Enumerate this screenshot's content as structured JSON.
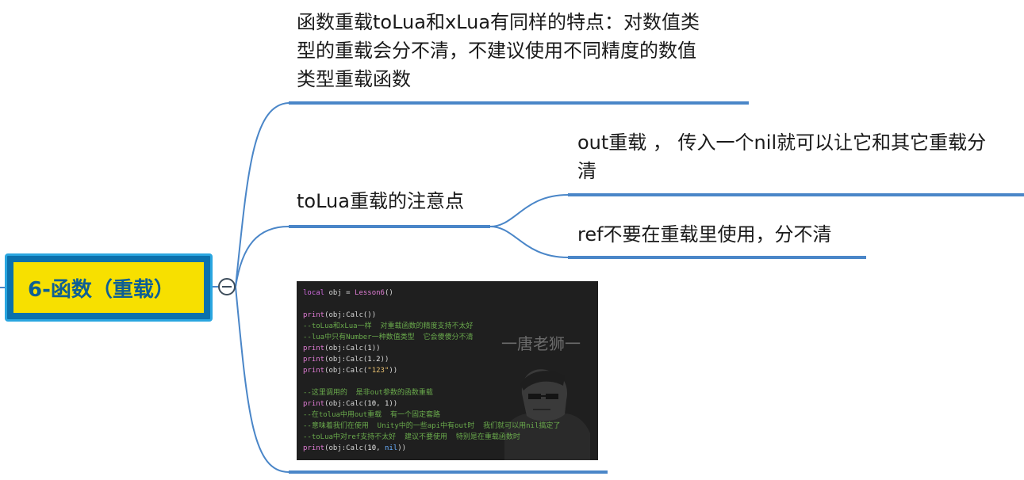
{
  "root": {
    "label": "6-函数（重载）"
  },
  "topics": {
    "features": {
      "lines": [
        "函数重载toLua和xLua有同样的特点：对数值类",
        "型的重载会分不清，不建议使用不同精度的数值",
        "类型重载函数"
      ]
    },
    "notes": {
      "label": "toLua重载的注意点",
      "children": {
        "out": {
          "lines": [
            "out重载 ， 传入一个nil就可以让它和其它重载分",
            "清"
          ]
        },
        "ref": {
          "label": "ref不要在重载里使用，分不清"
        }
      }
    }
  },
  "code_image": {
    "watermark": "一唐老狮一",
    "lines": [
      [
        [
          "kw",
          "local"
        ],
        [
          "tx",
          " obj = "
        ],
        [
          "fn",
          "Lesson6"
        ],
        [
          "tx",
          "()"
        ]
      ],
      [],
      [
        [
          "fn",
          "print"
        ],
        [
          "tx",
          "(obj:"
        ],
        [
          "tx",
          "Calc"
        ],
        [
          "tx",
          "())"
        ]
      ],
      [
        [
          "cm",
          "--toLua和xLua一样  对重载函数的精度支持不太好"
        ]
      ],
      [
        [
          "cm",
          "--lua中只有Number一种数值类型  它会傻傻分不清"
        ]
      ],
      [
        [
          "fn",
          "print"
        ],
        [
          "tx",
          "(obj:Calc("
        ],
        [
          "num",
          "1"
        ],
        [
          "tx",
          "))"
        ]
      ],
      [
        [
          "fn",
          "print"
        ],
        [
          "tx",
          "(obj:Calc("
        ],
        [
          "num",
          "1.2"
        ],
        [
          "tx",
          "))"
        ]
      ],
      [
        [
          "fn",
          "print"
        ],
        [
          "tx",
          "(obj:Calc("
        ],
        [
          "str",
          "\"123\""
        ],
        [
          "tx",
          "))"
        ]
      ],
      [],
      [
        [
          "cm",
          "--这里调用的  是非out参数的函数重载"
        ]
      ],
      [
        [
          "fn",
          "print"
        ],
        [
          "tx",
          "(obj:Calc("
        ],
        [
          "num",
          "10"
        ],
        [
          "tx",
          ", "
        ],
        [
          "num",
          "1"
        ],
        [
          "tx",
          "))"
        ]
      ],
      [
        [
          "cm",
          "--在tolua中用out重载  有一个固定套路"
        ]
      ],
      [
        [
          "cm",
          "--意味着我们在使用  Unity中的一些api中有out时  我们就可以用nil搞定了"
        ]
      ],
      [
        [
          "cm",
          "--toLua中对ref支持不太好  建议不要使用  特别是在重载函数时"
        ]
      ],
      [
        [
          "fn",
          "print"
        ],
        [
          "tx",
          "(obj:Calc("
        ],
        [
          "num",
          "10"
        ],
        [
          "tx",
          ", "
        ],
        [
          "nil",
          "nil"
        ],
        [
          "tx",
          "))"
        ]
      ]
    ]
  },
  "colors": {
    "root_fill": "#f7e000",
    "root_border": "#0b71ad",
    "root_text": "#0d5f94",
    "connector": "#4a86c8",
    "code_bg": "#1f1f1f"
  }
}
